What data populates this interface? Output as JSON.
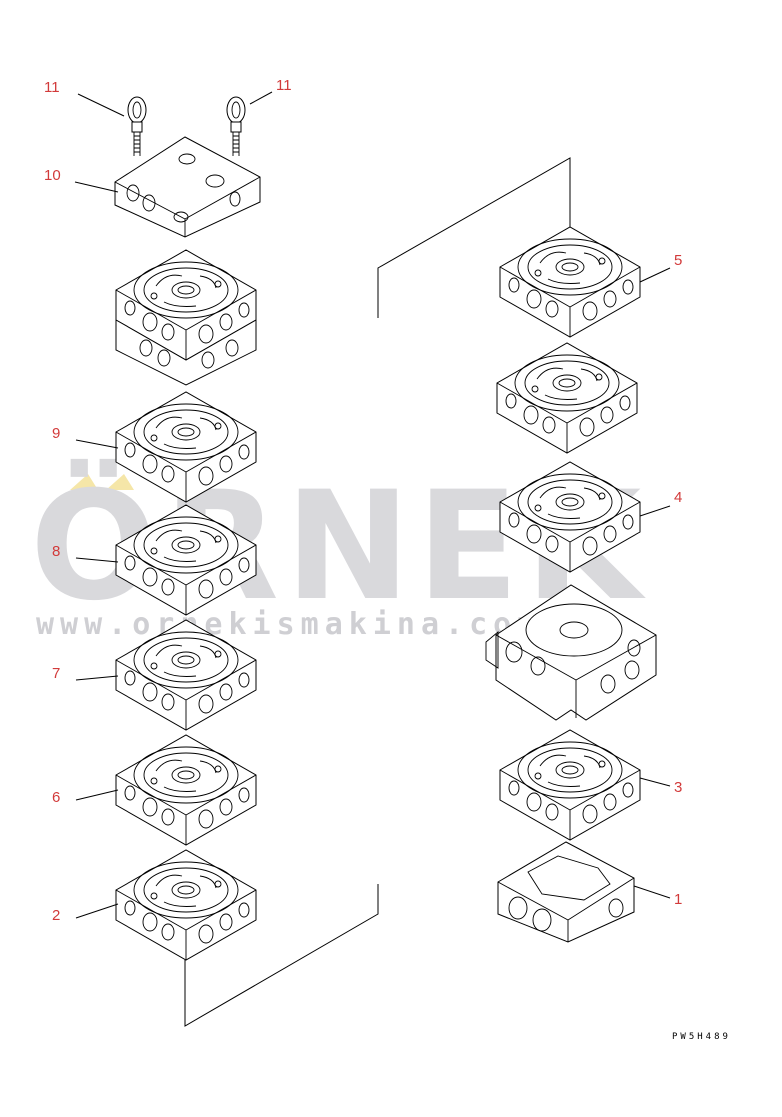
{
  "diagram": {
    "drawing_code": "PW5H489",
    "watermark": {
      "brand": "ÖRNEK",
      "url": "www.ornekismakina.com.tr"
    },
    "callouts": [
      {
        "id": "c11a",
        "label": "11"
      },
      {
        "id": "c11b",
        "label": "11"
      },
      {
        "id": "c10",
        "label": "10"
      },
      {
        "id": "c9",
        "label": "9"
      },
      {
        "id": "c8",
        "label": "8"
      },
      {
        "id": "c7",
        "label": "7"
      },
      {
        "id": "c6",
        "label": "6"
      },
      {
        "id": "c2",
        "label": "2"
      },
      {
        "id": "c5",
        "label": "5"
      },
      {
        "id": "c4",
        "label": "4"
      },
      {
        "id": "c3",
        "label": "3"
      },
      {
        "id": "c1",
        "label": "1"
      }
    ]
  }
}
